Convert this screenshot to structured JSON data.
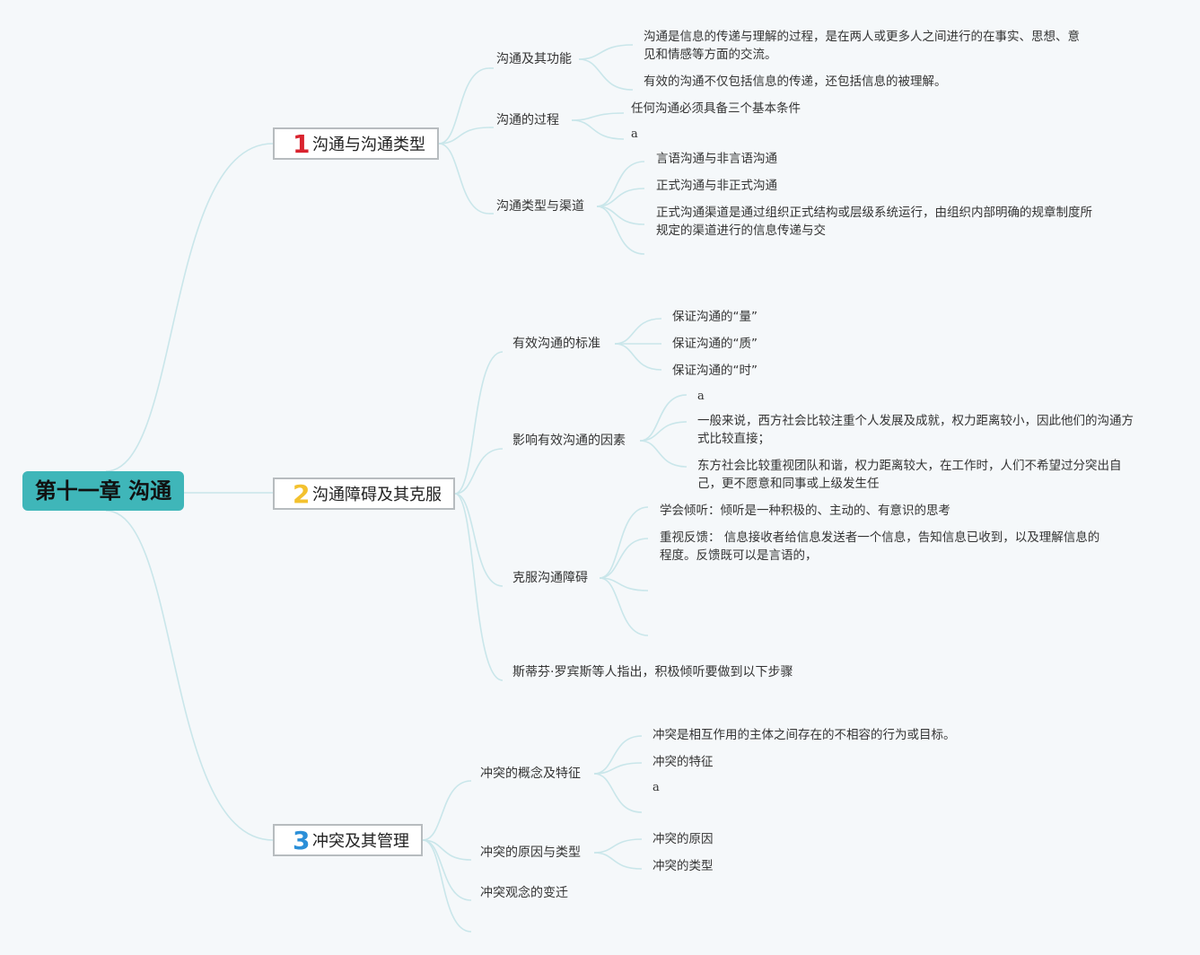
{
  "root": {
    "title": "第十一章 沟通"
  },
  "colors": {
    "root": "#3fb6b9",
    "link": "#c9e6ea",
    "num1": "#d9232e",
    "num2": "#f3c12e",
    "num3": "#2b8fd8"
  },
  "branches": [
    {
      "number": "1",
      "title": "沟通与沟通类型",
      "subs": [
        {
          "label": "沟通及其功能",
          "leaves": [
            "沟通是信息的传递与理解的过程，是在两人或更多人之间进行的在事实、思想、意见和情感等方面的交流。",
            "有效的沟通不仅包括信息的传递，还包括信息的被理解。"
          ]
        },
        {
          "label": "沟通的过程",
          "leaves": [
            "任何沟通必须具备三个基本条件",
            "a"
          ]
        },
        {
          "label": "沟通类型与渠道",
          "leaves": [
            "言语沟通与非言语沟通",
            "正式沟通与非正式沟通",
            "正式沟通渠道是通过组织正式结构或层级系统运行，由组织内部明确的规章制度所规定的渠道进行的信息传递与交"
          ]
        }
      ]
    },
    {
      "number": "2",
      "title": "沟通障碍及其克服",
      "subs": [
        {
          "label": "有效沟通的标准",
          "leaves": [
            "保证沟通的“量”",
            "保证沟通的“质”",
            "保证沟通的“时”"
          ]
        },
        {
          "label": "影响有效沟通的因素",
          "leaves": [
            "a",
            "一般来说，西方社会比较注重个人发展及成就，权力距离较小，因此他们的沟通方式比较直接；",
            "东方社会比较重视团队和谐，权力距离较大，在工作时，人们不希望过分突出自己，更不愿意和同事或上级发生任"
          ]
        },
        {
          "label": "克服沟通障碍",
          "leaves": [
            "学会倾听：倾听是一种积极的、主动的、有意识的思考",
            "重视反馈： 信息接收者给信息发送者一个信息，告知信息已收到，以及理解信息的程度。反馈既可以是言语的，"
          ]
        },
        {
          "label": "斯蒂芬·罗宾斯等人指出，积极倾听要做到以下步骤",
          "leaves": []
        }
      ]
    },
    {
      "number": "3",
      "title": "冲突及其管理",
      "subs": [
        {
          "label": "冲突的概念及特征",
          "leaves": [
            "冲突是相互作用的主体之间存在的不相容的行为或目标。",
            "冲突的特征",
            "a"
          ]
        },
        {
          "label": "冲突的原因与类型",
          "leaves": [
            "冲突的原因",
            "冲突的类型"
          ]
        },
        {
          "label": "冲突观念的变迁",
          "leaves": []
        }
      ]
    }
  ]
}
